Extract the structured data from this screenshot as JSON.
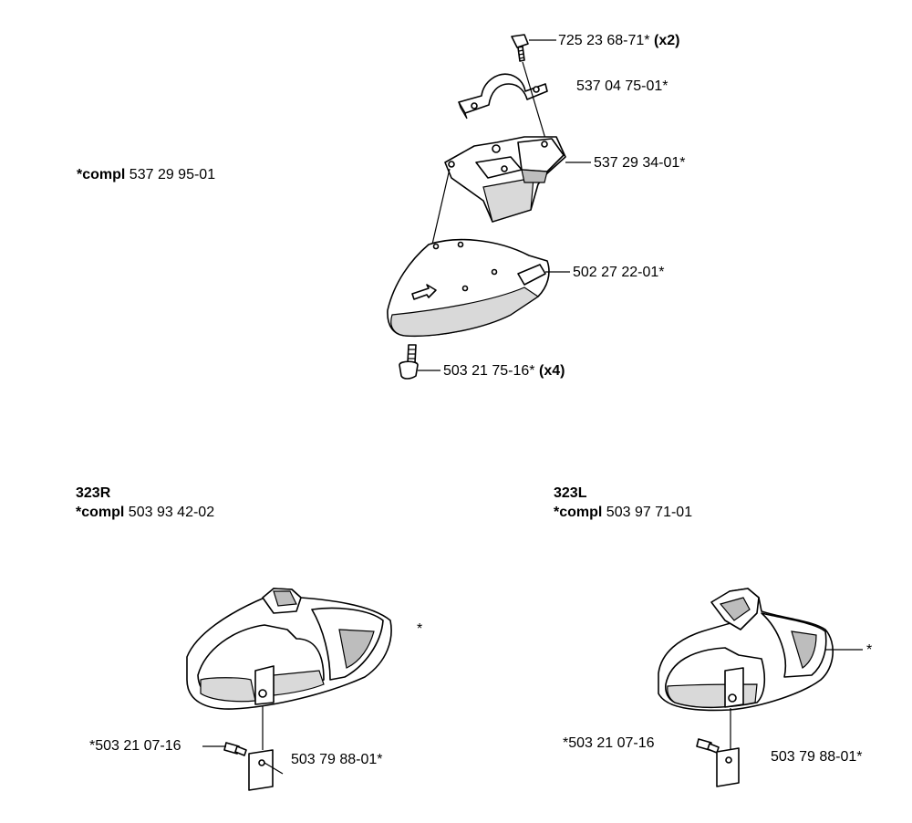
{
  "top": {
    "compl_prefix": "*compl",
    "compl_number": "537 29 95-01",
    "parts": [
      {
        "number": "725 23 68-71*",
        "qty": "(x2)"
      },
      {
        "number": "537 04 75-01*",
        "qty": ""
      },
      {
        "number": "537 29 34-01*",
        "qty": ""
      },
      {
        "number": "502 27 22-01*",
        "qty": ""
      },
      {
        "number": "503 21 75-16*",
        "qty": "(x4)"
      }
    ]
  },
  "left_variant": {
    "model": "323R",
    "compl_prefix": "*compl",
    "compl_number": "503 93 42-02",
    "guard_marker": "*",
    "screw": "*503 21 07-16",
    "plate": "503 79 88-01*"
  },
  "right_variant": {
    "model": "323L",
    "compl_prefix": "*compl",
    "compl_number": "503 97 71-01",
    "guard_marker": "*",
    "screw": "*503 21 07-16",
    "plate": "503 79 88-01*"
  }
}
